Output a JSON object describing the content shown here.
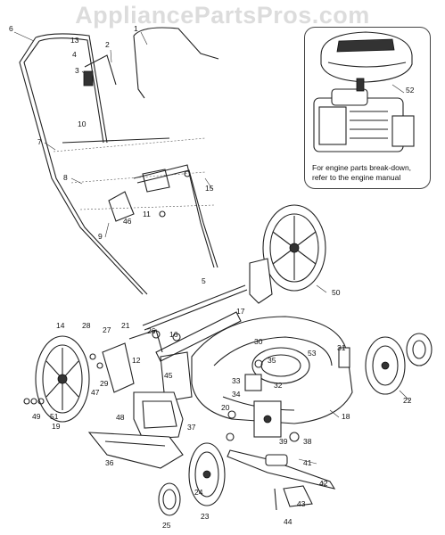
{
  "watermark": "AppliancePartsPros.com",
  "engine_note": "For engine parts break-down, refer to the engine manual",
  "part_numbers": [
    "1",
    "2",
    "3",
    "4",
    "5",
    "6",
    "7",
    "8",
    "9",
    "10",
    "11",
    "12",
    "13",
    "14",
    "15",
    "16",
    "17",
    "18",
    "19",
    "20",
    "21",
    "22",
    "23",
    "24",
    "25",
    "26",
    "27",
    "28",
    "29",
    "30",
    "31",
    "32",
    "33",
    "34",
    "35",
    "36",
    "37",
    "38",
    "39",
    "41",
    "42",
    "43",
    "44",
    "45",
    "46",
    "47",
    "48",
    "49",
    "50",
    "51",
    "52",
    "53"
  ],
  "icons": {
    "engine_cover": "engine-cover-icon",
    "engine": "engine-icon",
    "wheel": "wheel-icon",
    "deck": "mower-deck-icon",
    "handle": "handle-icon",
    "blade": "blade-icon",
    "grass_bag": "grass-bag-icon"
  }
}
